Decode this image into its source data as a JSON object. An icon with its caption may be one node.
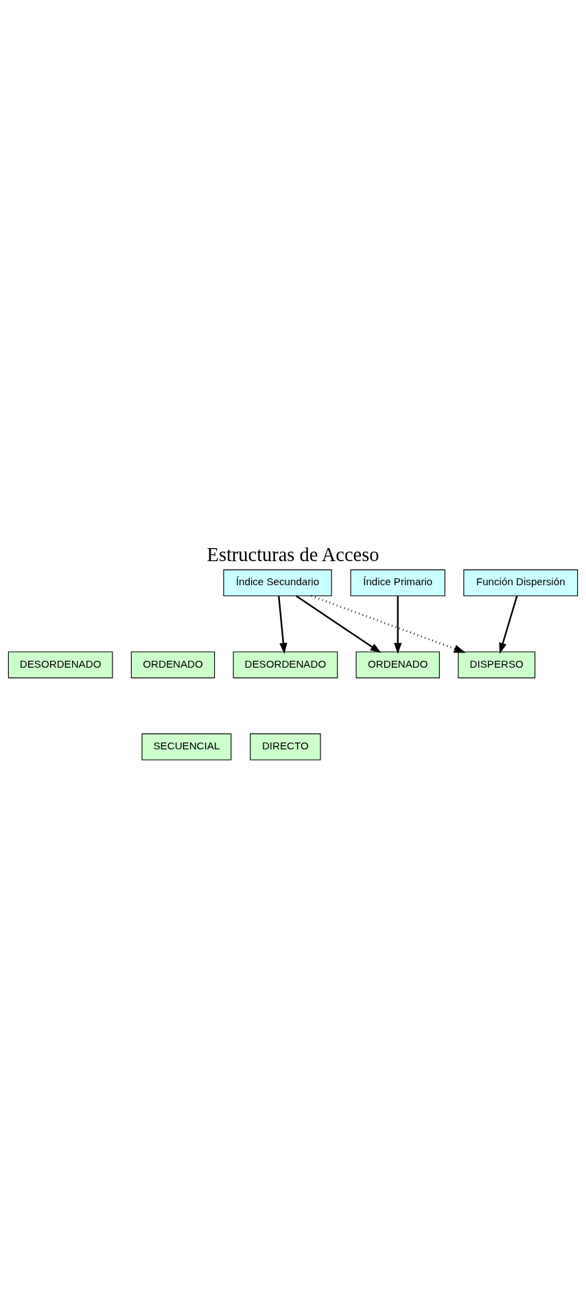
{
  "diagram": {
    "title": "Estructuras de Acceso",
    "nodes": [
      {
        "text": [
          "Índice Secundario"
        ]
      },
      {
        "text": [
          "Índice Primario"
        ]
      },
      {
        "text": [
          "Función Dispersión"
        ]
      },
      {
        "text": [
          "DESORDENADO"
        ]
      },
      {
        "text": [
          "ORDENADO"
        ]
      },
      {
        "text": [
          "DESORDENADO"
        ]
      },
      {
        "text": [
          "ORDENADO"
        ]
      },
      {
        "text": [
          "DISPERSO"
        ]
      },
      {
        "text": [
          "SECUENCIAL"
        ]
      },
      {
        "text": [
          "DIRECTO"
        ]
      }
    ],
    "edges": [
      {
        "from": 0,
        "to": 5,
        "arrow": "to"
      },
      {
        "from": 0,
        "to": 6,
        "arrow": "to"
      },
      {
        "from": 0,
        "to": 7,
        "arrow": "to",
        "style": "dashed"
      },
      {
        "from": 1,
        "to": 6,
        "arrow": "to"
      },
      {
        "from": 2,
        "to": 7,
        "arrow": "to"
      }
    ]
  }
}
